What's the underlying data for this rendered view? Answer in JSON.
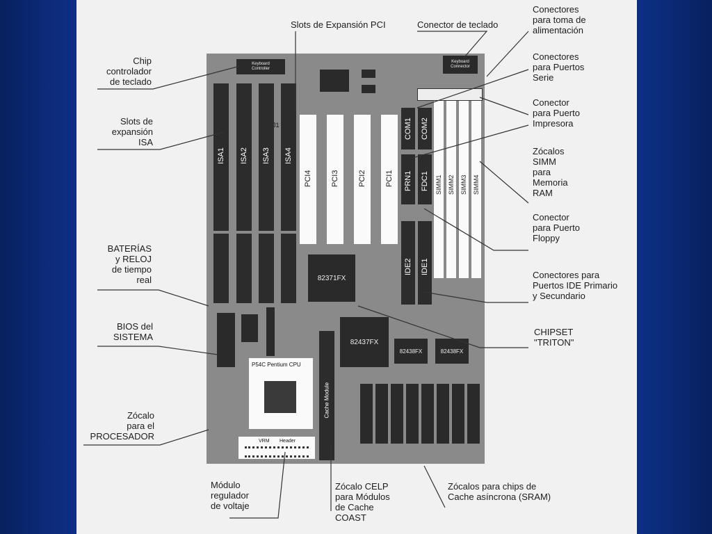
{
  "labels": {
    "chip_controlador": "Chip\ncontrolador\nde teclado",
    "slots_isa": "Slots de\nexpansión\nISA",
    "baterias": "BATERÍAS\ny RELOJ\nde tiempo\nreal",
    "bios": "BIOS del\nSISTEMA",
    "zocalo_procesador": "Zócalo\npara el\nPROCESADOR",
    "modulo_regulador": "Módulo\nregulador\nde voltaje",
    "zocalo_celp": "Zócalo CELP\npara Módulos\nde Cache\nCOAST",
    "zocalos_sram": "Zócalos para chips de\nCache asíncrona (SRAM)",
    "slots_pci": "Slots de Expansión PCI",
    "conector_teclado": "Conector de teclado",
    "conectores_alimentacion": "Conectores\npara toma de\nalimentación",
    "conectores_serie": "Conectores\npara Puertos\nSerie",
    "conector_impresora": "Conector\npara Puerto\nImpresora",
    "zocalos_simm": "Zócalos\nSIMM\npara\nMemoria\nRAM",
    "conector_floppy": "Conector\npara Puerto\nFloppy",
    "conectores_ide": "Conectores para\nPuertos IDE Primario\ny Secundario",
    "chipset": "CHIPSET\n\"TRITON\""
  },
  "board": {
    "isa_slots": [
      "ISA1",
      "ISA2",
      "ISA3",
      "ISA4"
    ],
    "pci_slots": [
      "PCI4",
      "PCI3",
      "PCI2",
      "PCI1"
    ],
    "com_ports": [
      "COM1",
      "COM2"
    ],
    "prn": "PRN1",
    "fdc": "FDC1",
    "ide": [
      "IDE2",
      "IDE1"
    ],
    "simm": [
      "SIMM1",
      "SIMM2",
      "SIMM3",
      "SIMM4"
    ],
    "chip_82371": "82371FX",
    "chip_82437": "82437FX",
    "chip_82438_a": "82438FX",
    "chip_82438_b": "82438FX",
    "cpu_socket": "P54C Pentium CPU",
    "cache_module": "Cache Module",
    "keyboard_controller": "Keyboard\nController",
    "keyboard_connector": "Keyboard\nConnector",
    "j1": "J1",
    "vrm": "VRM",
    "vrm_header": "Header"
  },
  "colors": {
    "background": "#0b2a78",
    "panel": "#f1f1f1",
    "board": "#8a8a8a",
    "slot_dark": "#2c2c2c",
    "slot_light": "#fafafa"
  }
}
